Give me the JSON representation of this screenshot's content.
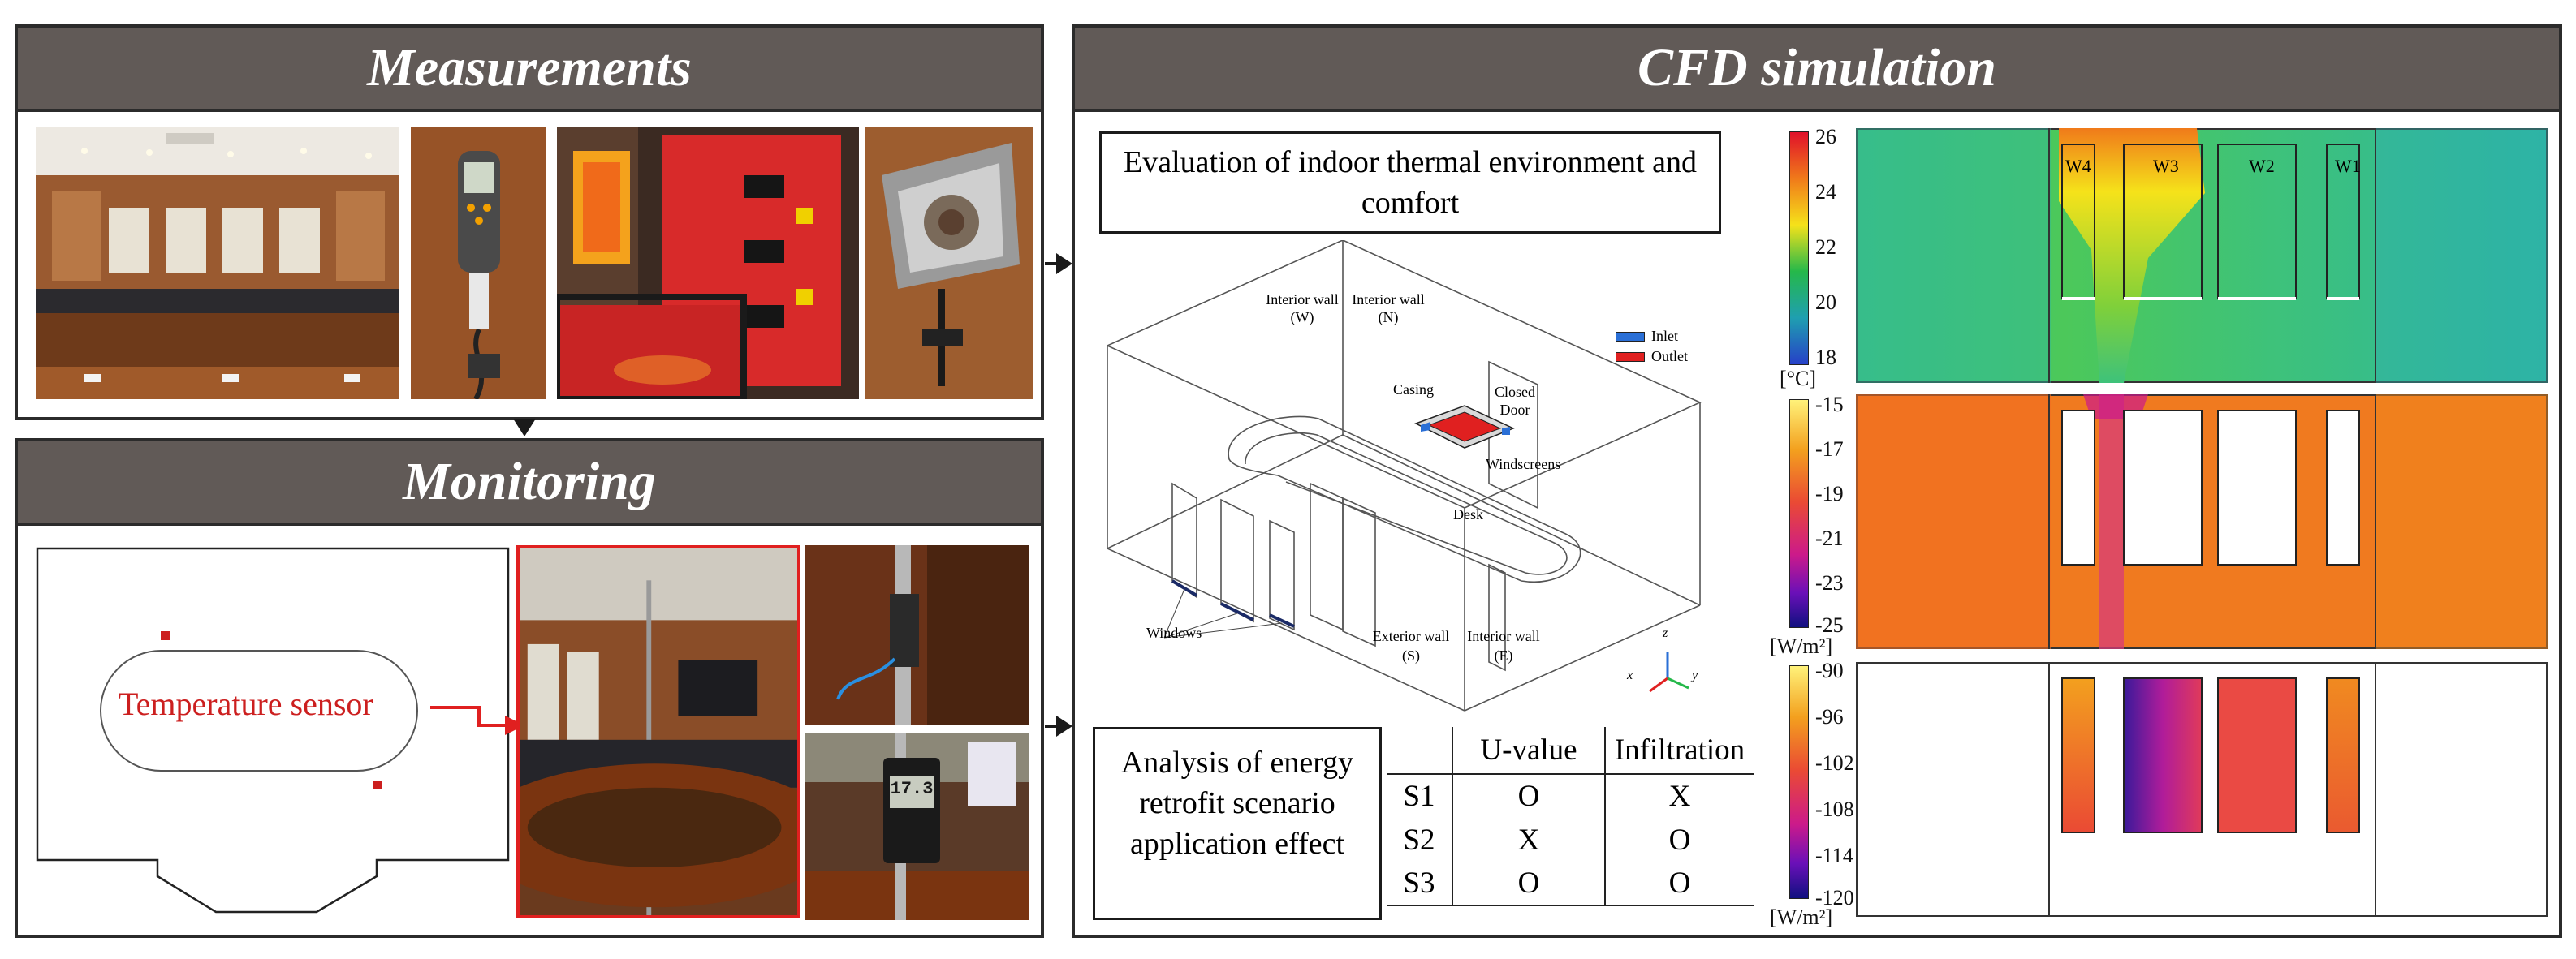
{
  "panels": {
    "measurements": {
      "title": "Measurements"
    },
    "monitoring": {
      "title": "Monitoring",
      "sensor_label": "Temperature sensor",
      "logger_reading": "17.3"
    },
    "cfd": {
      "title": "CFD simulation",
      "evaluation_box": "Evaluation of indoor thermal environment and comfort",
      "analysis_box": "Analysis of energy retrofit scenario application effect"
    }
  },
  "room_diagram": {
    "labels": {
      "interior_wall_w": "Interior wall (W)",
      "interior_wall_n": "Interior wall (N)",
      "casing": "Casing",
      "closed_door": "Closed Door",
      "windscreens": "Windscreens",
      "desk": "Desk",
      "windows": "Windows",
      "exterior_wall_s": "Exterior wall (S)",
      "interior_wall_e": "Interior wall (E)"
    },
    "legend": [
      {
        "name": "Inlet",
        "color": "#2a6fd6"
      },
      {
        "name": "Outlet",
        "color": "#e02020"
      }
    ],
    "axes": {
      "x": "x",
      "y": "y",
      "z": "z"
    }
  },
  "scenario_table": {
    "headers": [
      "",
      "U-value",
      "Infiltration"
    ],
    "rows": [
      [
        "S1",
        "O",
        "X"
      ],
      [
        "S2",
        "X",
        "O"
      ],
      [
        "S3",
        "O",
        "O"
      ]
    ]
  },
  "contour_plots": [
    {
      "unit": "[°C]",
      "ticks": [
        "26",
        "24",
        "22",
        "20",
        "18"
      ],
      "colors": [
        "#e0102a",
        "#f07a1a",
        "#f5e21a",
        "#25b84a",
        "#1f9fb0",
        "#2640c8"
      ],
      "windows": [
        "W4",
        "W3",
        "W2",
        "W1"
      ]
    },
    {
      "unit": "[W/m²]",
      "ticks": [
        "-15",
        "-17",
        "-19",
        "-21",
        "-23",
        "-25"
      ],
      "colors": [
        "#fff27a",
        "#f3a01e",
        "#ea4a34",
        "#cc1a8a",
        "#6a10b8",
        "#101080"
      ]
    },
    {
      "unit": "[W/m²]",
      "ticks": [
        "-90",
        "-96",
        "-102",
        "-108",
        "-114",
        "-120"
      ],
      "colors": [
        "#fff27a",
        "#f3a01e",
        "#ea4a34",
        "#cc1a8a",
        "#6a10b8",
        "#101080"
      ]
    }
  ],
  "colors": {
    "header_bg": "#615a57",
    "accent_red": "#e02020",
    "plot_orange": "#f07a1f",
    "plot_green": "#25b870"
  }
}
